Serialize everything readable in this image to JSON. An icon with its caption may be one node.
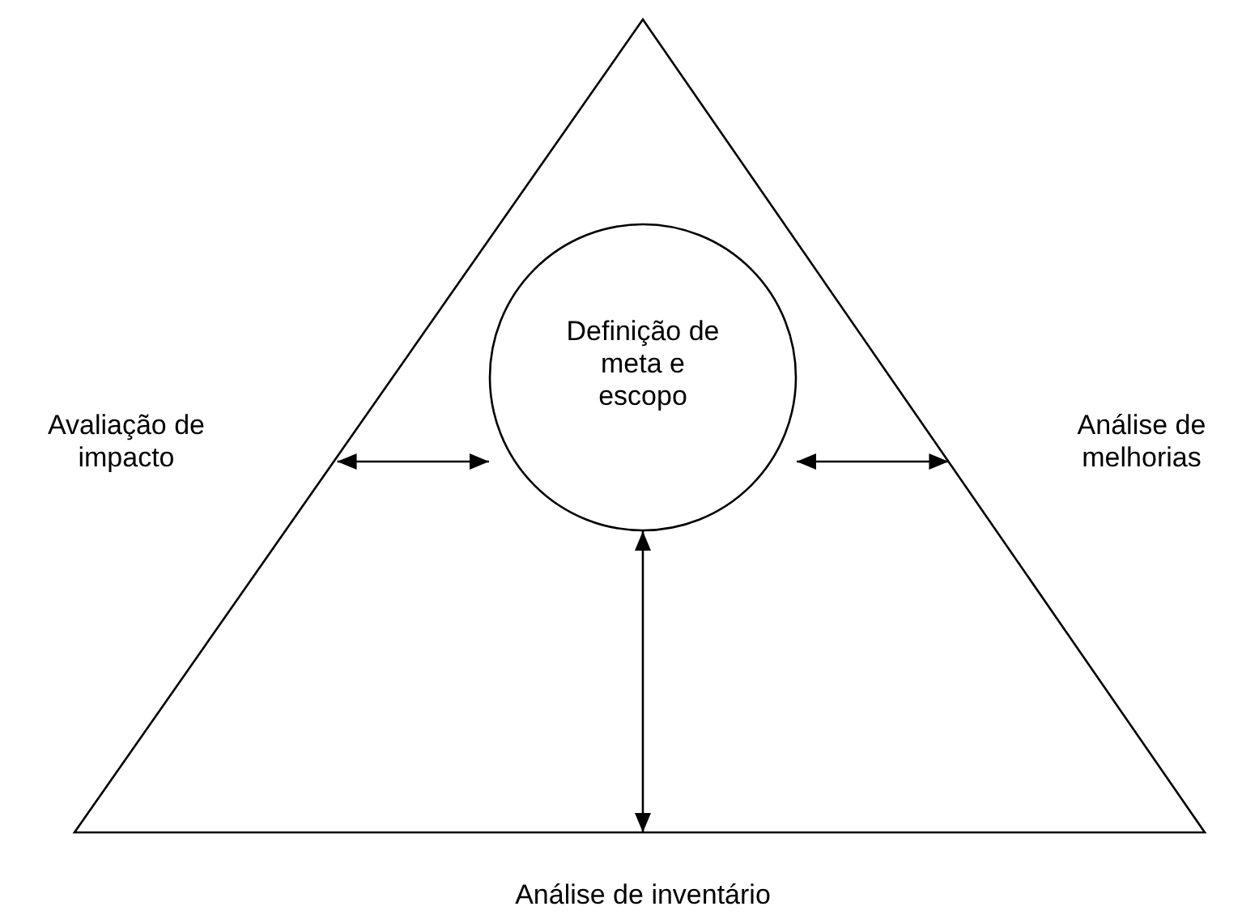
{
  "diagram": {
    "nodes": [
      {
        "text": [],
        "shape": "triangle"
      },
      {
        "text": [
          "Definição de meta e escopo"
        ],
        "in": 0
      }
    ],
    "edges": [
      {
        "from": 1,
        "to": 0,
        "arrow": "both"
      },
      {
        "from": 1,
        "to": 0,
        "arrow": "both"
      },
      {
        "from": 1,
        "to": 0,
        "arrow": "both"
      }
    ],
    "labels": [
      "Avaliação de impacto",
      "Análise de melhorias",
      "Análise de inventário"
    ]
  }
}
